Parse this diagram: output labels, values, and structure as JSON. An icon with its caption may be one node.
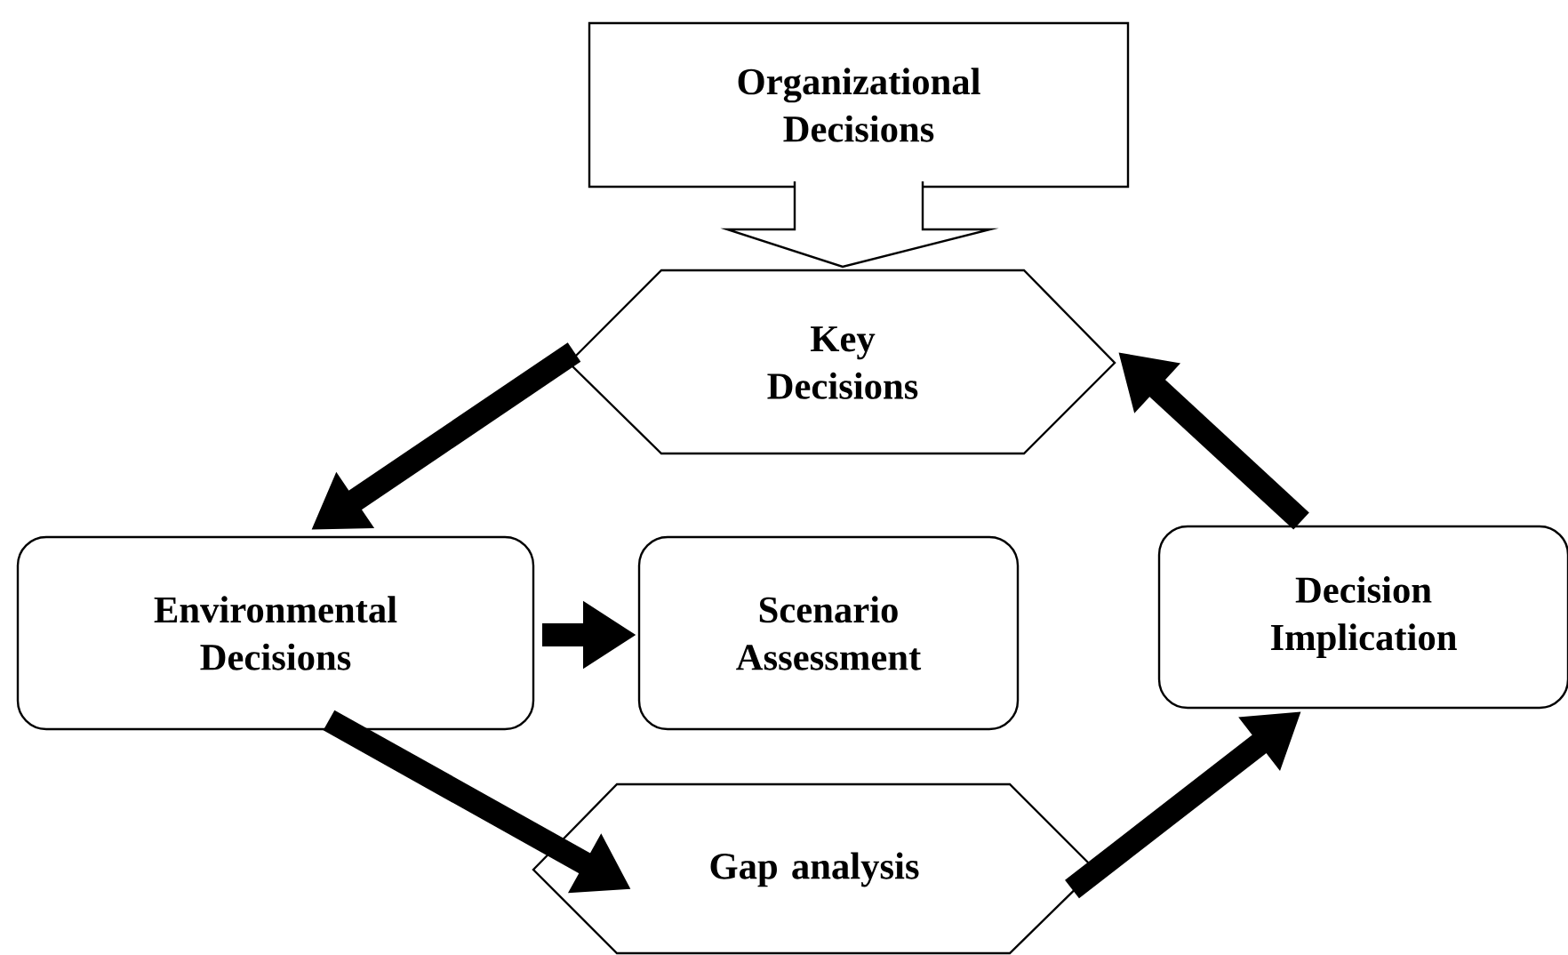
{
  "diagram": {
    "nodes": [
      {
        "text": [
          "Organizational Decisions"
        ]
      },
      {
        "text": [
          "Key Decisions"
        ]
      },
      {
        "text": [
          "Environmental Decisions"
        ]
      },
      {
        "text": [
          "Scenario Assessment"
        ]
      },
      {
        "text": [
          "Decision Implication"
        ]
      },
      {
        "text": [
          "Gap analysis"
        ]
      }
    ],
    "edges": [
      {
        "from": 0,
        "to": 1,
        "arrow": "to"
      },
      {
        "from": 1,
        "to": 2,
        "arrow": "to"
      },
      {
        "from": 2,
        "to": 3,
        "arrow": "to"
      },
      {
        "from": 2,
        "to": 5,
        "arrow": "to"
      },
      {
        "from": 5,
        "to": 4,
        "arrow": "to"
      },
      {
        "from": 4,
        "to": 1,
        "arrow": "to"
      }
    ]
  }
}
